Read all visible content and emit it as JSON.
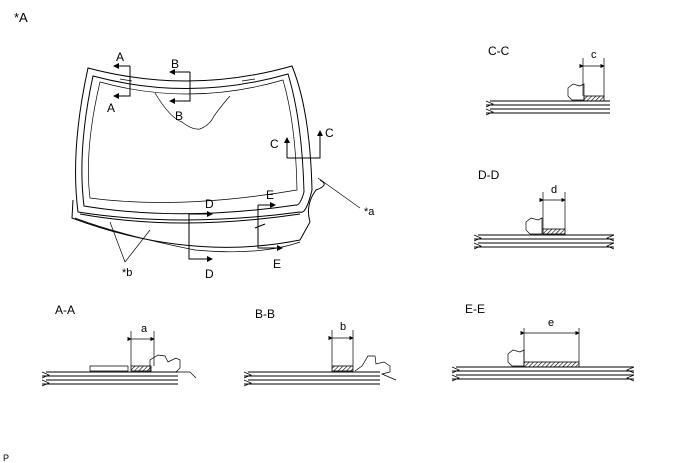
{
  "figure_label": "*A",
  "footer_code": "P",
  "callouts": {
    "a": "*a",
    "b": "*b"
  },
  "markers": {
    "a_top": "A",
    "a_bottom": "A",
    "b_top": "B",
    "b_bottom": "B",
    "c_left": "C",
    "c_right": "C",
    "d_top": "D",
    "d_bottom": "D",
    "e_top": "E",
    "e_bottom": "E"
  },
  "sections": {
    "aa": {
      "title": "A-A",
      "dim": "a"
    },
    "bb": {
      "title": "B-B",
      "dim": "b"
    },
    "cc": {
      "title": "C-C",
      "dim": "c"
    },
    "dd": {
      "title": "D-D",
      "dim": "d"
    },
    "ee": {
      "title": "E-E",
      "dim": "e"
    }
  }
}
